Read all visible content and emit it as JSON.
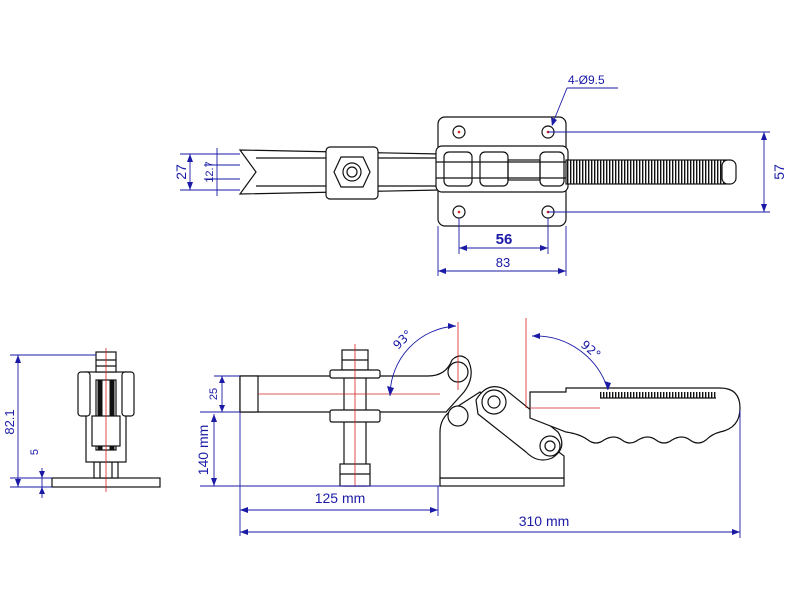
{
  "top_view": {
    "holes_callout": "4-Ø9.5",
    "dim_height_outer": "27",
    "dim_height_inner": "12.7",
    "dim_hole_pitch_y": "57",
    "dim_hole_pitch_x": "56",
    "dim_base_width": "83"
  },
  "end_view": {
    "dim_height": "82.1",
    "dim_base": "5"
  },
  "side_view": {
    "dim_bar": "25",
    "dim_reach": "140 mm",
    "dim_spindle_offset": "125 mm",
    "dim_overall_length": "310 mm",
    "angle_open": "93°",
    "angle_handle": "92°"
  },
  "colors": {
    "outline": "#111111",
    "dimension": "#1a1aa6",
    "centerline": "#d42020"
  }
}
